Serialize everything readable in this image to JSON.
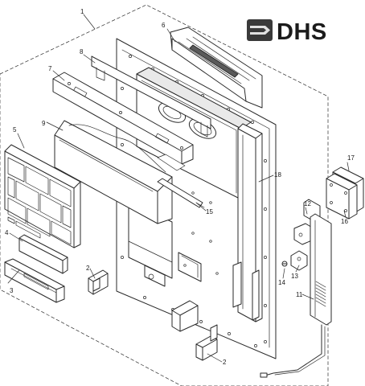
{
  "logo": {
    "text": "DHS",
    "icon": "dhs-logo-mark-icon"
  },
  "diagram": {
    "type": "exploded-parts-diagram",
    "callouts": [
      "1",
      "2",
      "2",
      "3",
      "4",
      "5",
      "6",
      "7",
      "8",
      "9",
      "11",
      "12",
      "13",
      "14",
      "15",
      "16",
      "17",
      "18"
    ]
  }
}
